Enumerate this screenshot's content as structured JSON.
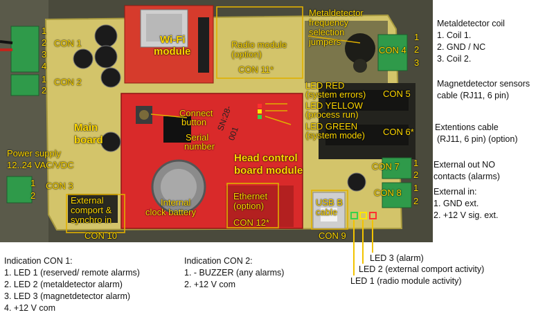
{
  "photo_labels": {
    "con1": "CON 1",
    "con1_pins": [
      "1",
      "2",
      "3",
      "4"
    ],
    "con2": "CON 2",
    "con2_pins": [
      "1",
      "2"
    ],
    "con3": "CON 3",
    "con3_pins": [
      "1",
      "2"
    ],
    "con4": "CON 4",
    "con4_pins": [
      "1",
      "2",
      "3"
    ],
    "con5": "CON 5",
    "con6": "CON 6*",
    "con7": "CON 7",
    "con7_pins": [
      "1",
      "2"
    ],
    "con8": "CON 8",
    "con8_pins": [
      "1",
      "2"
    ],
    "con9": "CON 9",
    "con10": "CON 10",
    "con11": "CON 11*",
    "con12": "CON 12*",
    "wifi": "Wi-Fi",
    "wifi_module": "module",
    "radio": "Radio module",
    "radio_option": "(option)",
    "metal_title": [
      "Metaldetector",
      "frequency",
      "selection",
      "jumpers"
    ],
    "led_red": [
      "LED RED",
      "(system errors)"
    ],
    "led_yellow": [
      "LED YELLOW",
      "(process run)"
    ],
    "led_green": [
      "LED GREEN",
      "(system mode)"
    ],
    "connect_button": [
      "Connect",
      "button"
    ],
    "serial_number": [
      "Serial",
      "number"
    ],
    "main_board": [
      "Main",
      "board"
    ],
    "head_board": [
      "Head control",
      "board module"
    ],
    "power_supply": [
      "Power supply",
      "12..24 VAC/VDC"
    ],
    "ext_comport": [
      "External",
      "comport &",
      "synchro in"
    ],
    "clock_battery": [
      "Internal",
      "clock battery"
    ],
    "ethernet": [
      "Ethernet",
      "(option)"
    ],
    "usb": [
      "USB B",
      "cable"
    ],
    "silk": [
      "SN:28-",
      "001"
    ]
  },
  "right_notes": {
    "coil_title": "Metaldetector coil",
    "coil_items": [
      "1. Coil 1.",
      "2. GND / NC",
      "3. Coil 2."
    ],
    "mag_sensors": [
      "Magnetdetector sensors",
      "cable (RJ11, 6 pin)"
    ],
    "extentions": [
      "Extentions cable",
      "(RJ11, 6 pin) (option)"
    ],
    "ext_out": [
      "External out NO",
      "contacts (alarms)"
    ],
    "ext_in_title": "External in:",
    "ext_in_items": [
      "1. GND ext.",
      "2. +12 V sig. ext."
    ]
  },
  "indication_con1": {
    "title": "Indication CON 1:",
    "items": [
      "1. LED 1 (reserved/ remote alarms)",
      "2. LED 2 (metaldetector alarm)",
      "3. LED 3 (magnetdetector alarm)",
      "4. +12 V com"
    ]
  },
  "indication_con2": {
    "title": "Indication CON 2:",
    "items": [
      "1. - BUZZER (any alarms)",
      "2. +12 V com"
    ]
  },
  "led_notes": {
    "led3": "LED 3 (alarm)",
    "led2": "LED 2 (external comport activity)",
    "led1": "LED 1 (radio module activity)"
  },
  "colors": {
    "label_yellow": "#ffd800",
    "pcb_red": "#d92a2a",
    "pcb_yellow": "#d6c766",
    "terminal_green": "#2f9a4a"
  }
}
